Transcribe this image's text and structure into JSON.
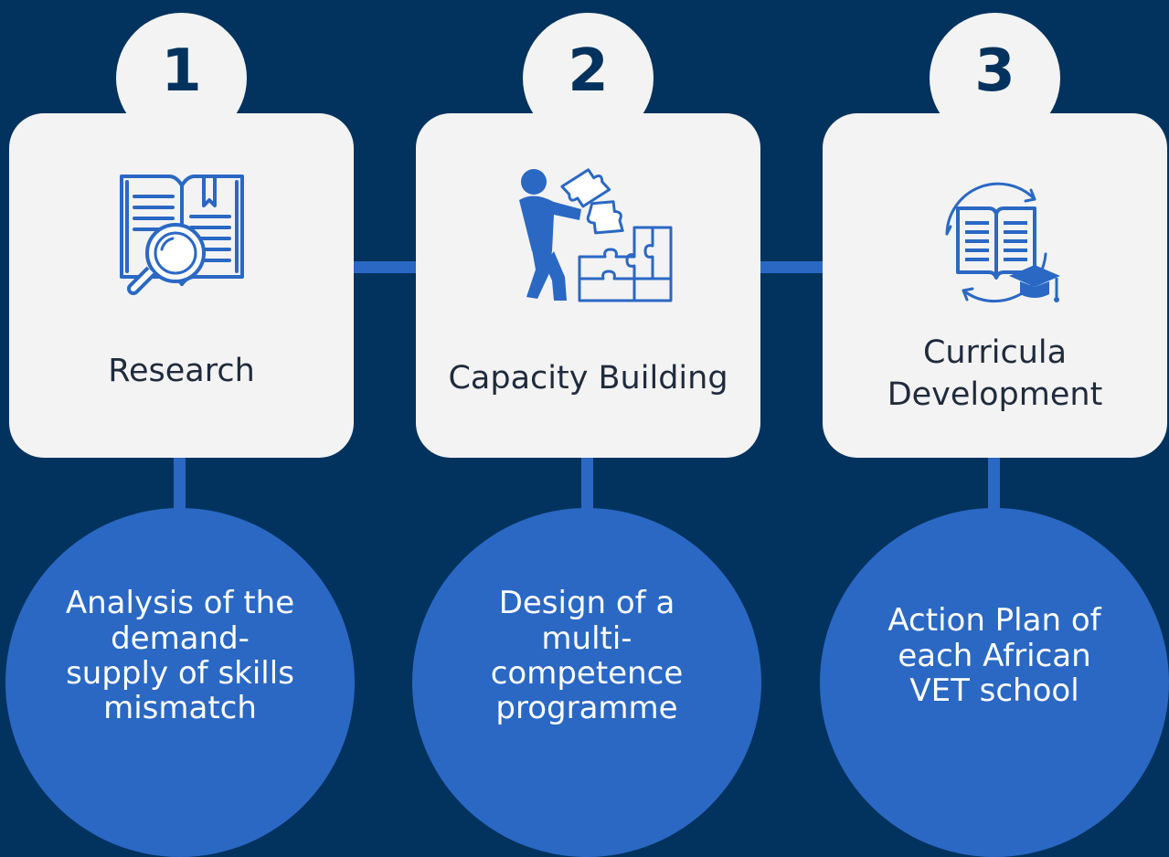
{
  "colors": {
    "background": "#02335e",
    "card": "#f3f3f3",
    "accent": "#2a68c4",
    "number_text": "#02335e",
    "card_text": "#1f2b3d",
    "circle_text": "#ffffff"
  },
  "steps": [
    {
      "number": "1",
      "label": "Research",
      "icon": "book-magnifier-icon",
      "description": "Analysis of the demand-supply of skills mismatch"
    },
    {
      "number": "2",
      "label": "Capacity Building",
      "icon": "person-puzzle-icon",
      "description": "Design of a multi-competence programme"
    },
    {
      "number": "3",
      "label": "Curricula\nDevelopment",
      "icon": "book-cycle-graduation-icon",
      "description": "Action Plan of each African VET school"
    }
  ]
}
